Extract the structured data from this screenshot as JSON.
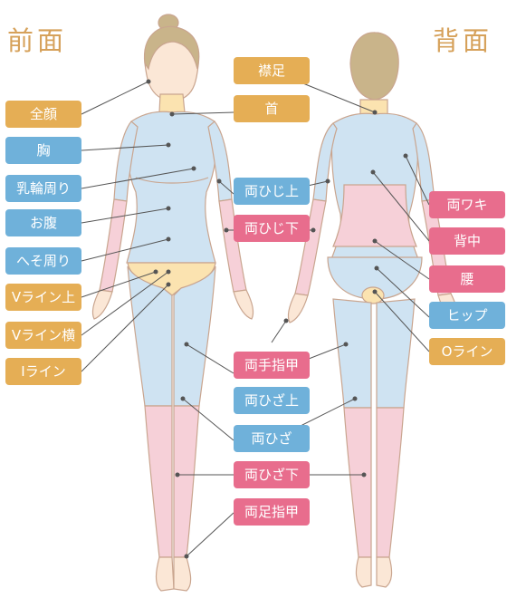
{
  "colors": {
    "orange": "#e5ae55",
    "blue": "#6fb1da",
    "pink": "#e86d8d",
    "skin_blue": "#cfe3f2",
    "skin_pink": "#f6d0d8",
    "skin_yellow": "#fbe3b0",
    "outline": "#c9a58f",
    "hair": "#c9b48a"
  },
  "front": {
    "title": "前面",
    "labels": [
      {
        "text": "全顔",
        "color": "orange"
      },
      {
        "text": "胸",
        "color": "blue"
      },
      {
        "text": "乳輪周り",
        "color": "blue"
      },
      {
        "text": "お腹",
        "color": "blue"
      },
      {
        "text": "へそ周り",
        "color": "blue"
      },
      {
        "text": "Vライン上",
        "color": "orange"
      },
      {
        "text": "Vライン横",
        "color": "orange"
      },
      {
        "text": "Iライン",
        "color": "orange"
      }
    ]
  },
  "back": {
    "title": "背面",
    "labels": [
      {
        "text": "両ワキ",
        "color": "pink"
      },
      {
        "text": "背中",
        "color": "pink"
      },
      {
        "text": "腰",
        "color": "pink"
      },
      {
        "text": "ヒップ",
        "color": "blue"
      },
      {
        "text": "Oライン",
        "color": "orange"
      }
    ]
  },
  "center": {
    "labels": [
      {
        "text": "襟足",
        "color": "orange"
      },
      {
        "text": "首",
        "color": "orange"
      },
      {
        "text": "両ひじ上",
        "color": "blue"
      },
      {
        "text": "両ひじ下",
        "color": "pink"
      },
      {
        "text": "両手指甲",
        "color": "pink"
      },
      {
        "text": "両ひざ上",
        "color": "blue"
      },
      {
        "text": "両ひざ",
        "color": "blue"
      },
      {
        "text": "両ひざ下",
        "color": "pink"
      },
      {
        "text": "両足指甲",
        "color": "pink"
      }
    ]
  }
}
